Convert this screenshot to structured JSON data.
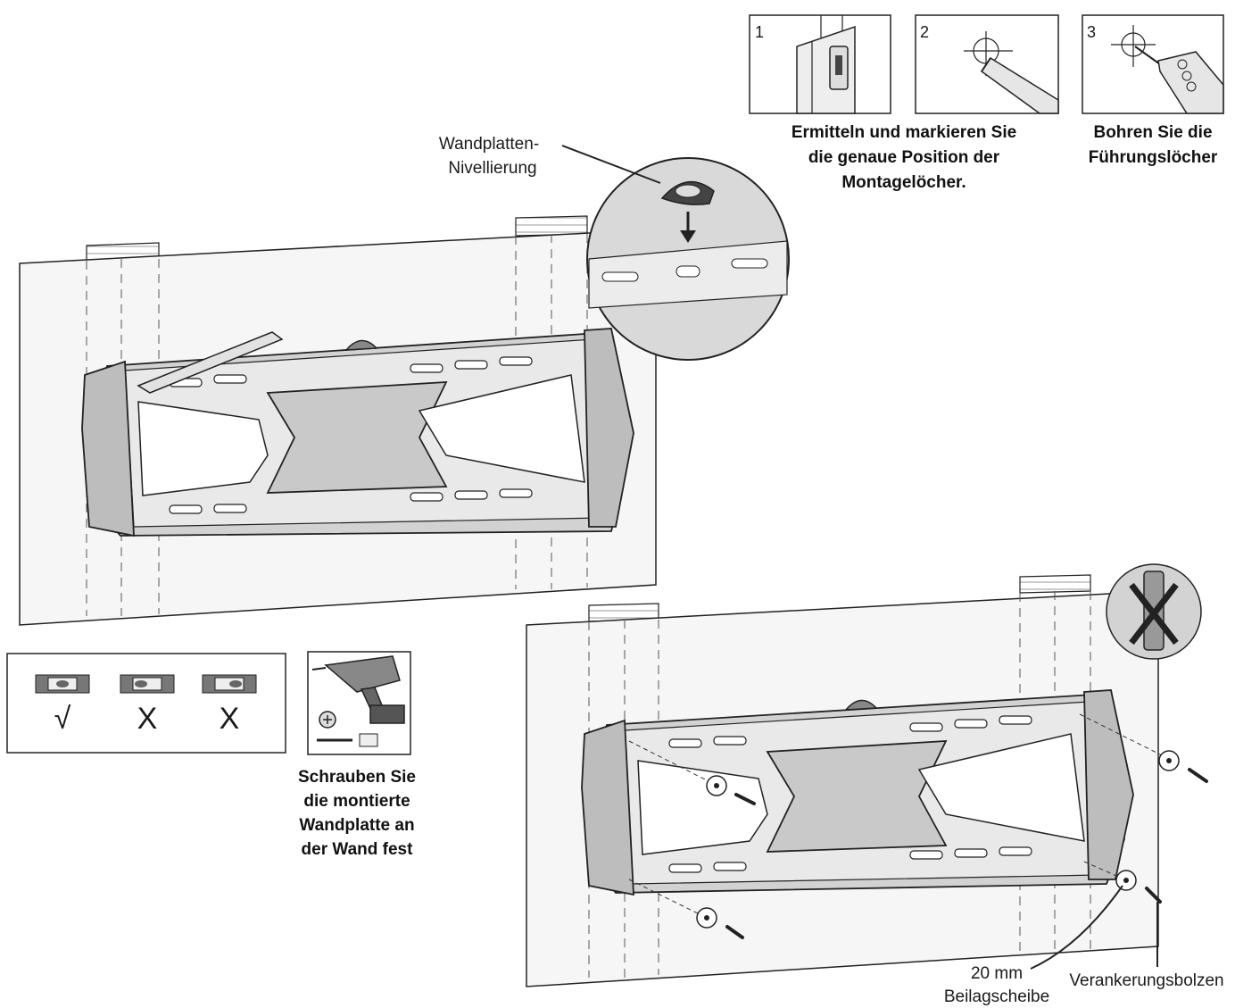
{
  "steps": [
    {
      "number": "1"
    },
    {
      "number": "2"
    },
    {
      "number": "3"
    }
  ],
  "captions": {
    "locate_mark": [
      "Ermitteln und markieren Sie",
      "die genaue  Position der",
      "Montagelöcher."
    ],
    "drill": [
      "Bohren Sie die",
      "Führungslöcher"
    ],
    "screw": [
      "Schrauben Sie",
      "die montierte",
      "Wandplatte an",
      "der Wand fest"
    ]
  },
  "labels": {
    "level": [
      "Wandplatten-",
      "Nivellierung"
    ],
    "washer": [
      "20 mm",
      "Beilagscheibe"
    ],
    "bolt": "Verankerungsbolzen"
  },
  "level_check": {
    "marks": [
      "√",
      "X",
      "X"
    ]
  },
  "icons": [
    "stud-finder-icon",
    "pencil-mark-icon",
    "drill-hole-icon",
    "level-bubble-icon",
    "cordless-drill-icon",
    "no-wall-anchor-icon",
    "washer-icon",
    "lag-bolt-icon"
  ],
  "colors": {
    "line": "#222222",
    "wall": "#f4f4f4",
    "plate": "#cfcfcf"
  }
}
